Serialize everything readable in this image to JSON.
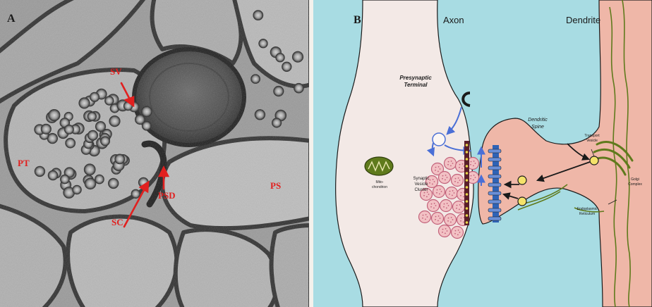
{
  "panel_a": {
    "letter": "A",
    "labels": {
      "sv": "SV",
      "pt": "PT",
      "psd": "PSD",
      "ps": "PS",
      "sc": "SC"
    },
    "label_color": "#e1201f"
  },
  "panel_b": {
    "letter": "B",
    "axon": "Axon",
    "dendrite": "Dendrite",
    "presynaptic_terminal": [
      "Presynaptic",
      "Terminal"
    ],
    "mitochondrion": [
      "Mito-",
      "chondrion"
    ],
    "synaptic_vesicle_cluster": [
      "Synaptic",
      "Vesicle",
      "Cluster"
    ],
    "dendritic_spine": [
      "Dendritic",
      "Spine"
    ],
    "transport_vesicle": [
      "Transport",
      "Vesicle"
    ],
    "golgi_complex": [
      "Golgi",
      "Complex"
    ],
    "endoplasmic_reticulum": [
      "Endoplasmic",
      "Reticulum"
    ],
    "colors": {
      "background": "#a8dce3",
      "axon_fill": "#f3e9e6",
      "dendrite_fill": "#efb7a8",
      "vesicle_fill": "#f2c1c4",
      "vesicle_stroke": "#c2617a",
      "organelle_green": "#5f7a1c",
      "arrow_blue": "#4a6fd6",
      "receptor_blue": "#2f63b6"
    }
  }
}
